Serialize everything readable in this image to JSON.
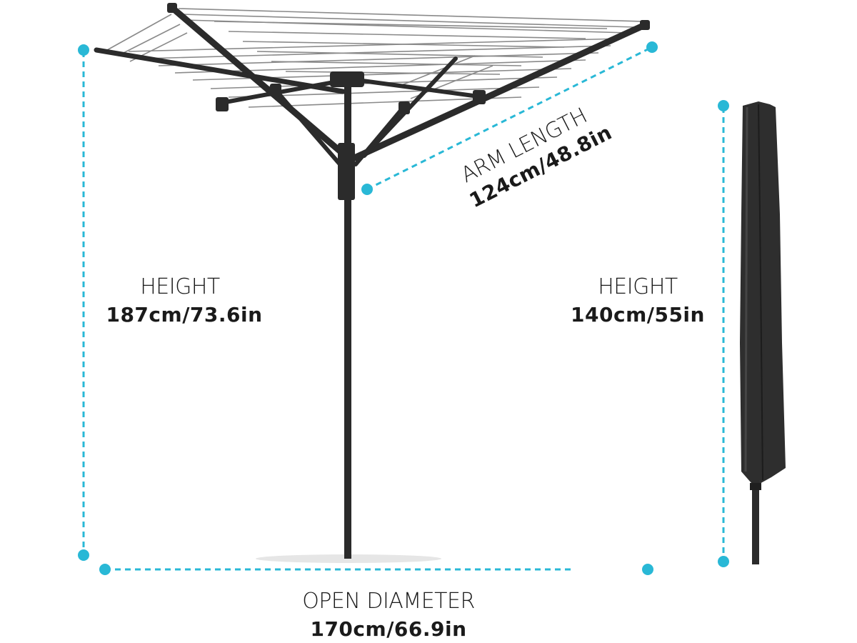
{
  "colors": {
    "dimension_line": "#29b8d6",
    "product": "#2b2b2b",
    "wire": "#8a8a8a",
    "text": "#1a1a1a"
  },
  "labels": {
    "arm_length_title": "ARM LENGTH",
    "arm_length_value": "124cm/48.8in",
    "open_height_title": "HEIGHT",
    "open_height_value": "187cm/73.6in",
    "closed_height_title": "HEIGHT",
    "closed_height_value": "140cm/55in",
    "diameter_title": "OPEN DIAMETER",
    "diameter_value": "170cm/66.9in"
  }
}
